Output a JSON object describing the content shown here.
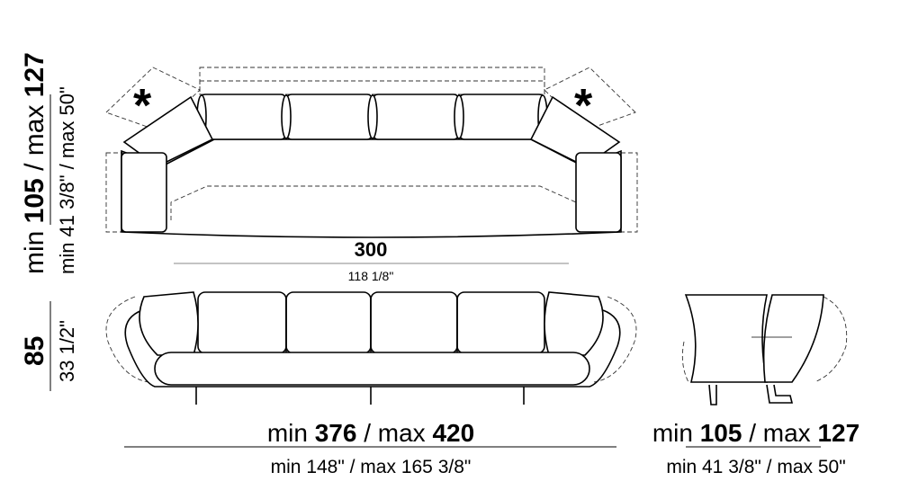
{
  "top_view": {
    "width_label": "300",
    "width_label_in": "118 1/8\"",
    "depth_label": {
      "min_prefix": "min",
      "min": "105",
      "sep": "/ max",
      "max": "127"
    },
    "depth_label_in": "min 41 3/8\" / max 50\"",
    "optional_marker": "*"
  },
  "front_view": {
    "height_label": "85",
    "height_label_in": "33 1/2\"",
    "width_label": {
      "min_prefix": "min",
      "min": "376",
      "sep": "/ max",
      "max": "420"
    },
    "width_label_in": "min 148\" / max 165 3/8\""
  },
  "side_view": {
    "depth_label": {
      "min_prefix": "min",
      "min": "105",
      "sep": "/ max",
      "max": "127"
    },
    "depth_label_in": "min 41 3/8\" / max 50\""
  }
}
